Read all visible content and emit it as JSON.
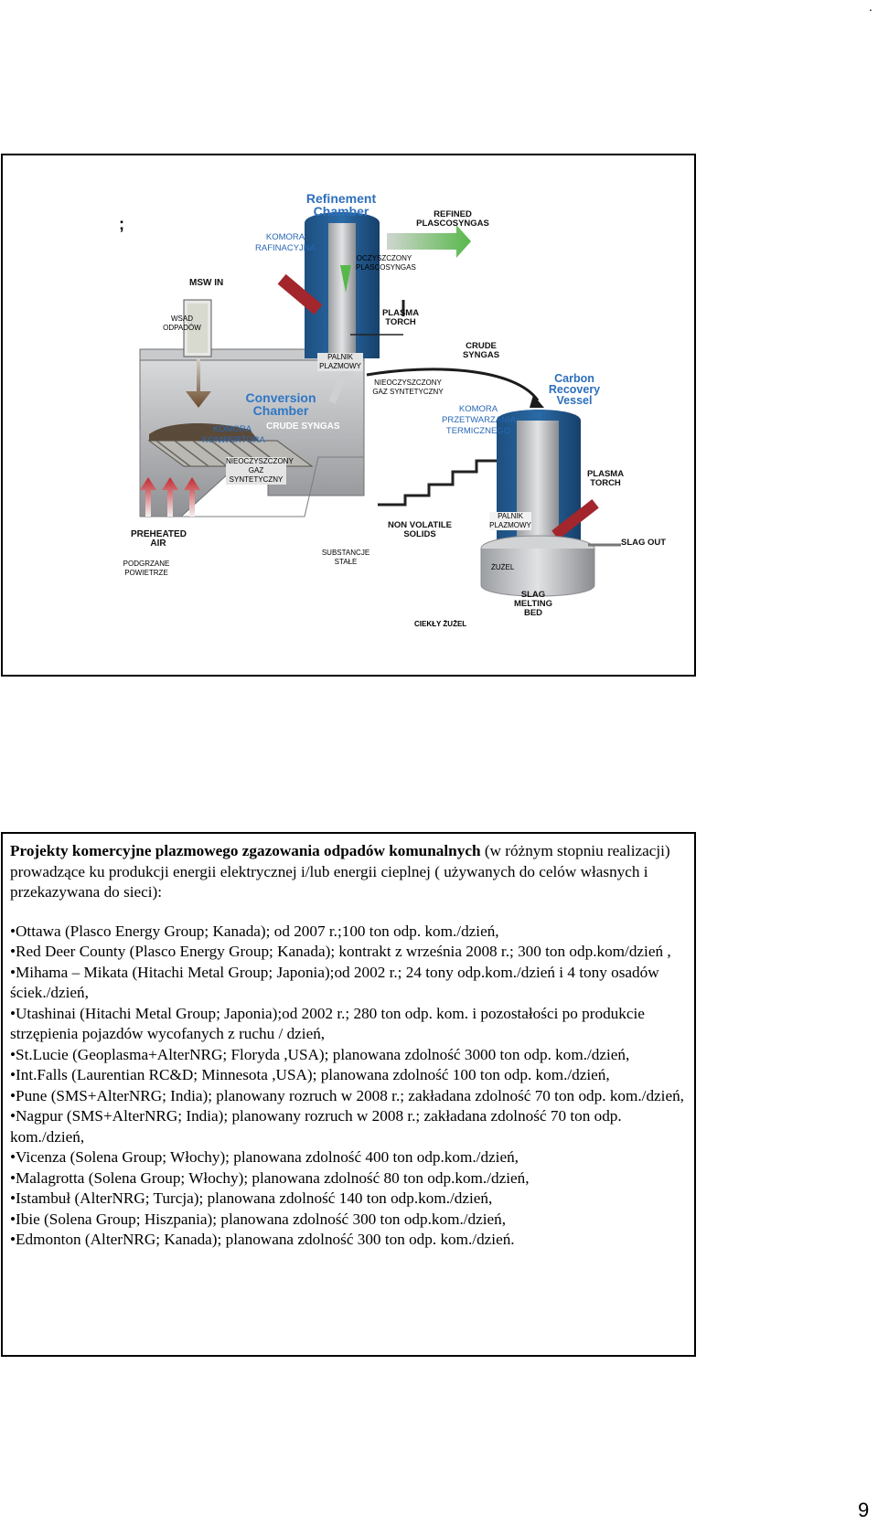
{
  "top_mark": ".",
  "diagram": {
    "stray_mark": ";",
    "labels": {
      "refinement_chamber": "Refinement Chamber",
      "komora_rafinacyjna": "KOMORA RAFINACYJNA",
      "refined_plascosyngas": "REFINED PLASCOSYNGAS",
      "oczyszczony_plascosyngas": "OCZYSZCZONY PLASCOSYNGAS",
      "msw_in": "MSW IN",
      "wsad_odpadow": "WSAD ODPADÓW",
      "plasma_torch_1": "PLASMA TORCH",
      "palnik_plazmowy_1": "PALNIK PLAZMOWY",
      "crude_syngas_right": "CRUDE SYNGAS",
      "nieoczyszczony_1": "NIEOCZYSZCZONY GAZ SYNTETYCZNY",
      "conversion_chamber": "Conversion Chamber",
      "crude_syngas_inside": "CRUDE SYNGAS",
      "komora_konwertora": "KOMORA KONWERTORA",
      "carbon_recovery_vessel": "Carbon Recovery Vessel",
      "komora_przetwarzania": "KOMORA PRZETWARZANIA TERMICZNEGO",
      "nieoczyszczony_2": "NIEOCZYSZCZONY GAZ SYNTETYCZNY",
      "plasma_torch_2": "PLASMA TORCH",
      "preheated_air": "PREHEATED AIR",
      "podgrzane_powietrze": "PODGRZANE POWIETRZE",
      "non_volatile_solids": "NON VOLATILE SOLIDS",
      "substancje_stale": "SUBSTANCJE STAŁE",
      "palnik_plazmowy_2": "PALNIK PLAZMOWY",
      "slag_out": "SLAG OUT",
      "zuzel": "ŻUŻEL",
      "slag_melting_bed": "SLAG MELTING BED",
      "ciekly_zuzel": "CIEKŁY ŻUŻEL"
    }
  },
  "text_slide": {
    "intro_bold": "Projekty komercyjne plazmowego zgazowania odpadów komunalnych",
    "intro_rest": " (w różnym stopniu realizacji) prowadzące ku produkcji energii elektrycznej i/lub energii cieplnej ( używanych do celów własnych i przekazywana do sieci):",
    "projects": [
      "•Ottawa (Plasco Energy Group; Kanada); od 2007 r.;100 ton odp. kom./dzień,",
      "•Red Deer County (Plasco Energy Group; Kanada); kontrakt z września 2008 r.; 300 ton odp.kom/dzień ,",
      "•Mihama – Mikata (Hitachi Metal Group; Japonia);od 2002 r.; 24 tony odp.kom./dzień i 4 tony osadów ściek./dzień,",
      "•Utashinai (Hitachi Metal Group; Japonia);od 2002 r.; 280 ton odp. kom.  i pozostałości po produkcie strzępienia pojazdów wycofanych z ruchu / dzień,",
      "•St.Lucie (Geoplasma+AlterNRG; Floryda ,USA); planowana zdolność 3000 ton odp. kom./dzień,",
      "•Int.Falls (Laurentian RC&D; Minnesota ,USA); planowana zdolność 100 ton odp. kom./dzień,",
      "•Pune  (SMS+AlterNRG; India); planowany rozruch w 2008 r.;  zakładana  zdolność 70 ton odp. kom./dzień,",
      "•Nagpur (SMS+AlterNRG; India); planowany rozruch w 2008 r.; zakładana  zdolność 70 ton odp. kom./dzień,",
      "•Vicenza (Solena Group; Włochy); planowana zdolność 400 ton odp.kom./dzień,",
      "•Malagrotta (Solena Group; Włochy); planowana zdolność 80 ton odp.kom./dzień,",
      "•Istambuł (AlterNRG; Turcja); planowana zdolność 140 ton odp.kom./dzień,",
      "•Ibie (Solena Group; Hiszpania); planowana zdolność 300 ton odp.kom./dzień,",
      "•Edmonton (AlterNRG; Kanada); planowana zdolność 300 ton odp. kom./dzień."
    ]
  },
  "page_number": "9"
}
